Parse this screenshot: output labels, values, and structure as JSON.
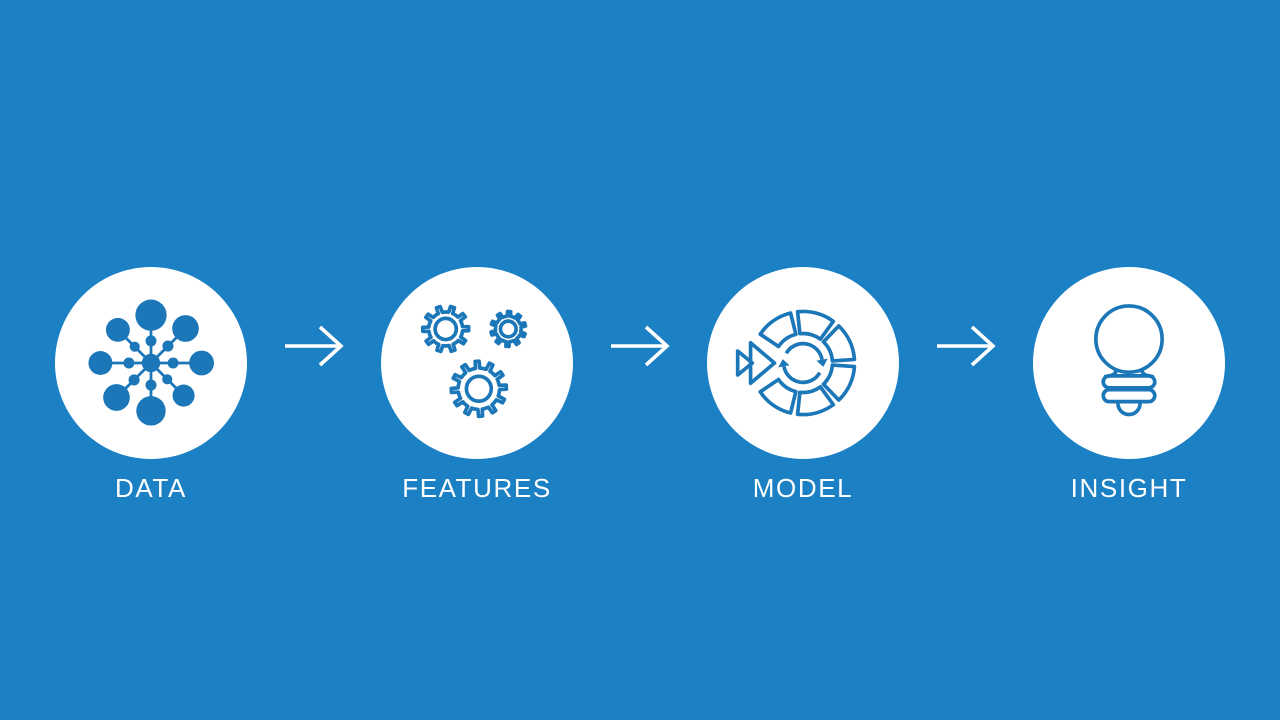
{
  "diagram": {
    "type": "process-flow",
    "colors": {
      "background": "#1b80c4",
      "icon_blue": "#1c77b9",
      "circle_fill": "#ffffff",
      "label_text": "#ffffff"
    },
    "connector_icon": "right-arrow-icon",
    "steps": [
      {
        "label": "DATA",
        "icon": "data-network-icon"
      },
      {
        "label": "FEATURES",
        "icon": "gears-icon"
      },
      {
        "label": "MODEL",
        "icon": "model-cycle-icon"
      },
      {
        "label": "INSIGHT",
        "icon": "lightbulb-icon"
      }
    ]
  }
}
